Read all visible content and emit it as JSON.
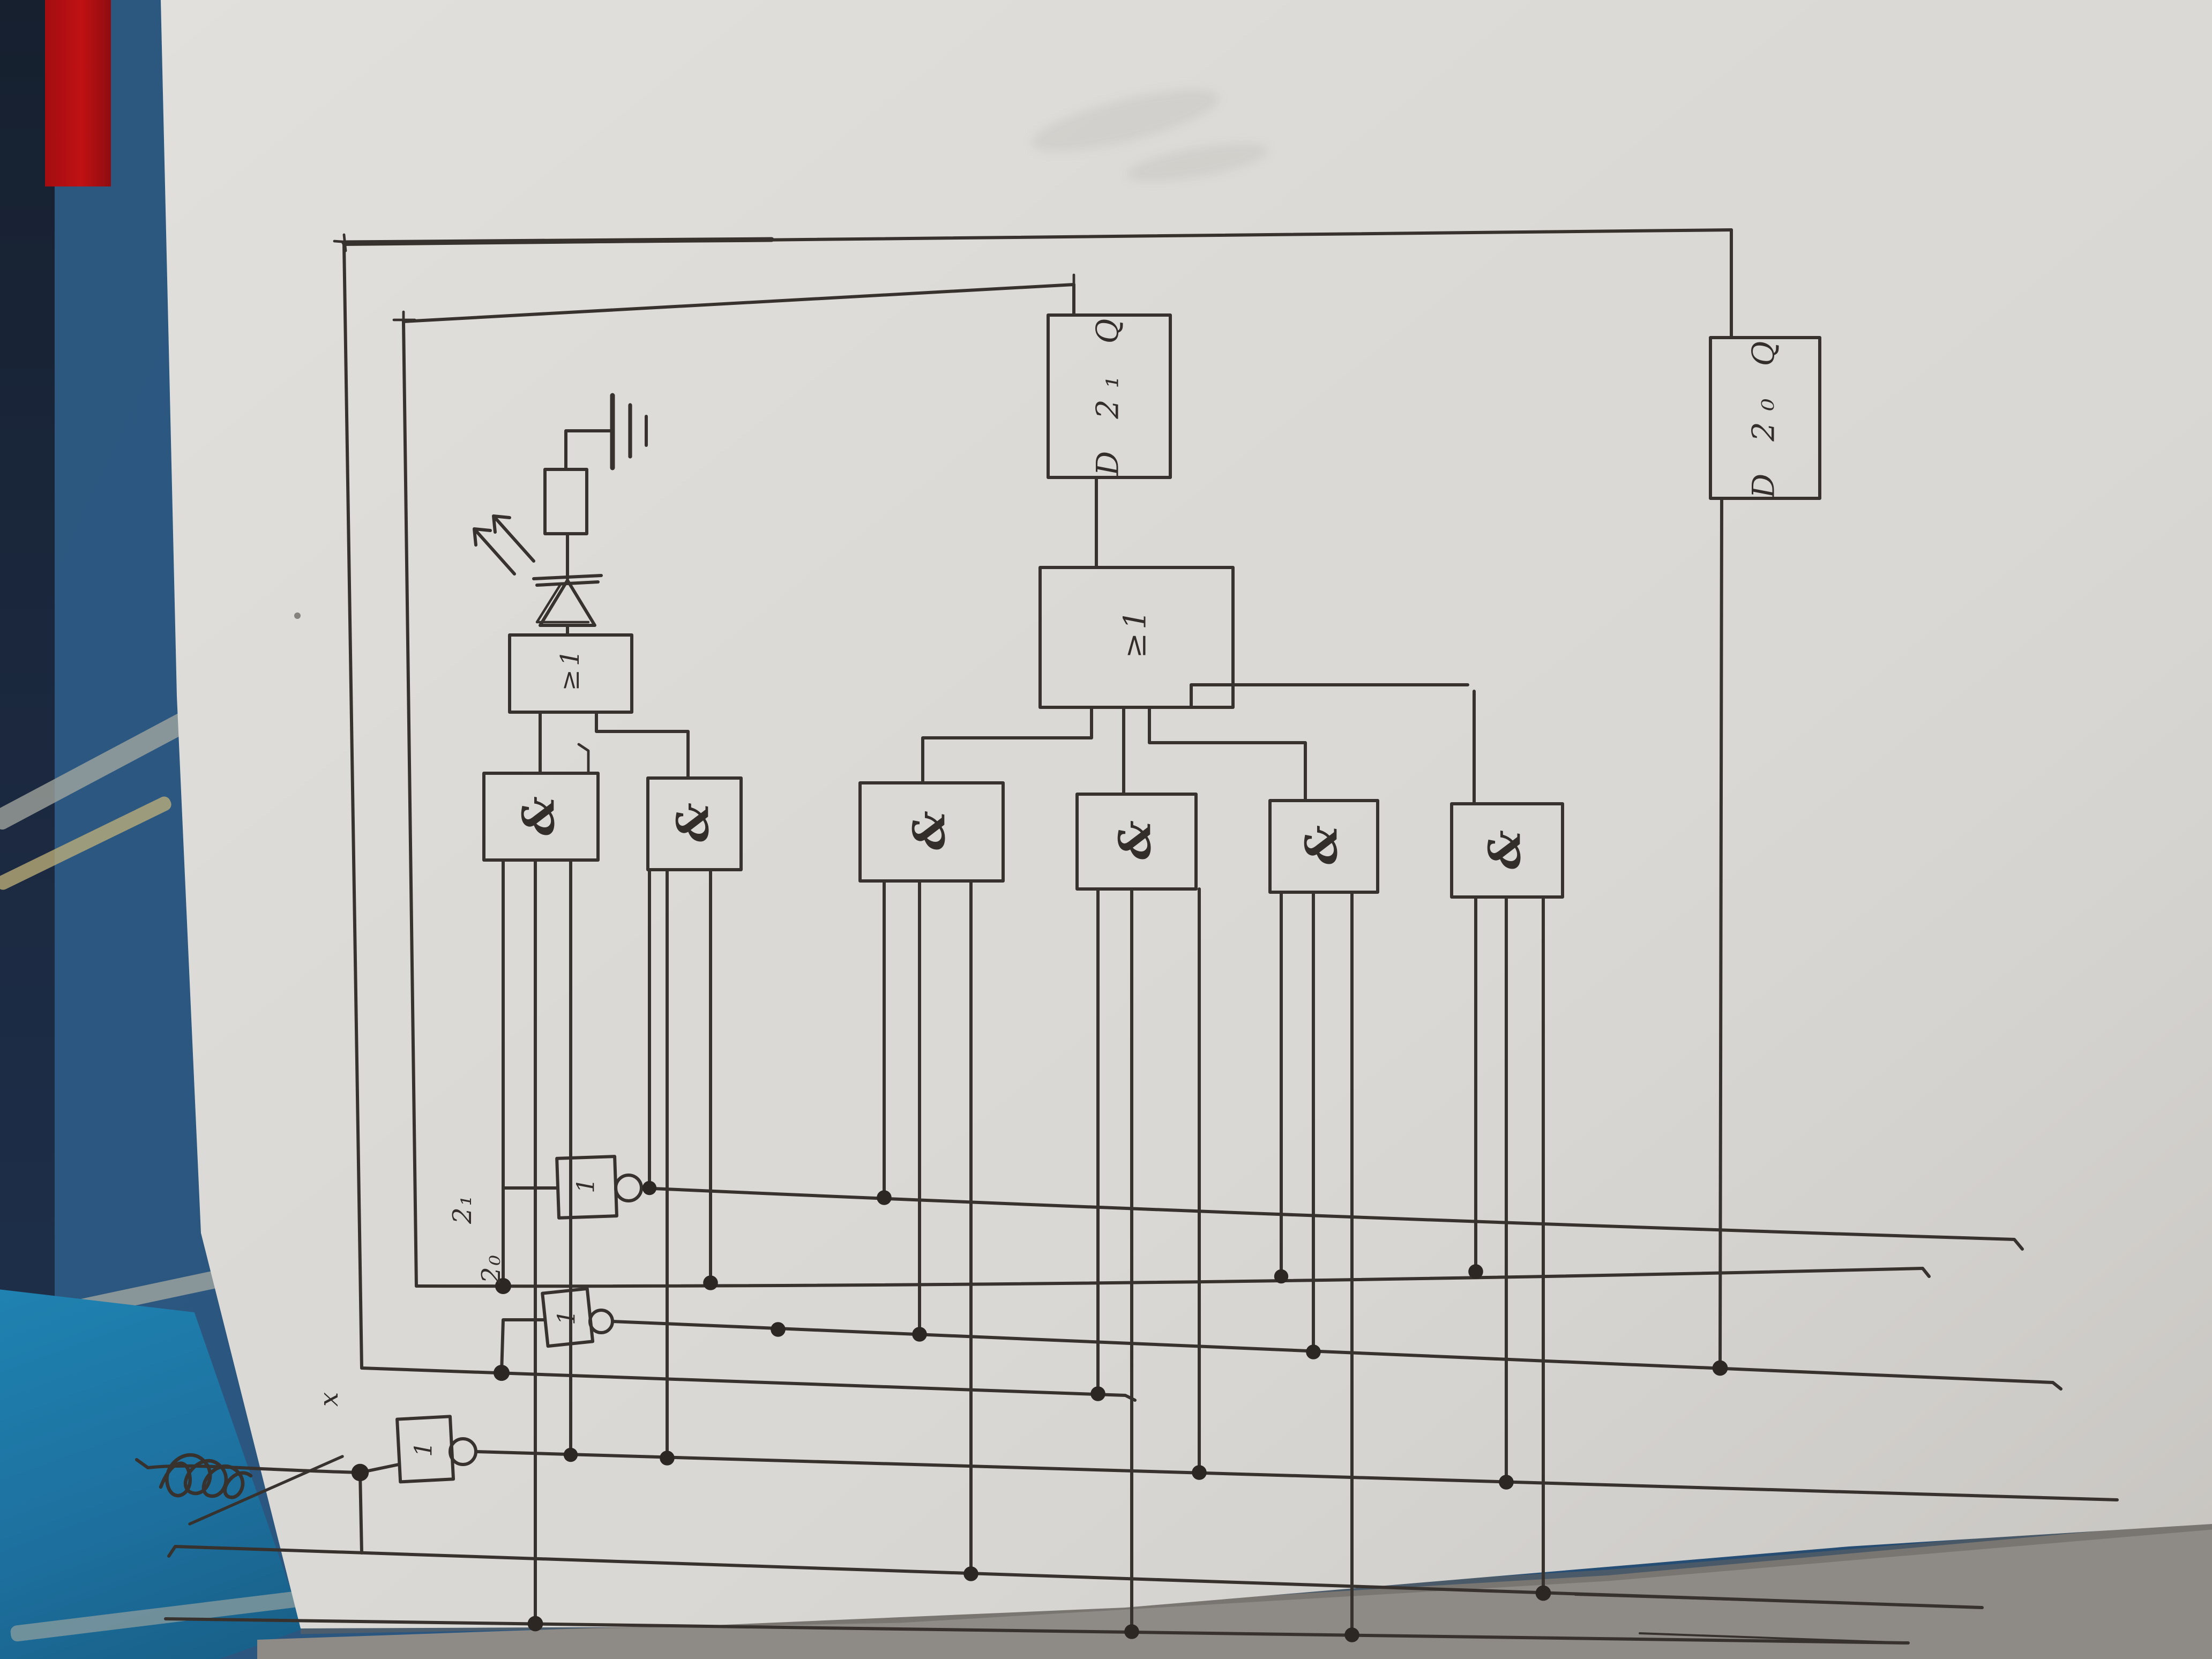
{
  "photo": {
    "subject": "hand-drawn digital logic schematic on white paper, photographed rotated 90 degrees on a blue fabric surface",
    "paper_color": "#dad8d4",
    "ink_color": "#37322d",
    "fabric_color": "#2b567f",
    "navy_edge_color": "#1c2a42",
    "turquoise_patch_color": "#1f83b2",
    "accent_red_object": "#b01013",
    "floor_color": "#8e8b87"
  },
  "labels": {
    "flipflop_bit1": "D 2₁ Q",
    "flipflop_bit0": "D 2₀ Q",
    "or_gate": "≥1",
    "and_gate": "&",
    "inverter": "1",
    "signal_bit1": "2₁",
    "signal_bit0": "2₀",
    "signal_x": "x"
  }
}
